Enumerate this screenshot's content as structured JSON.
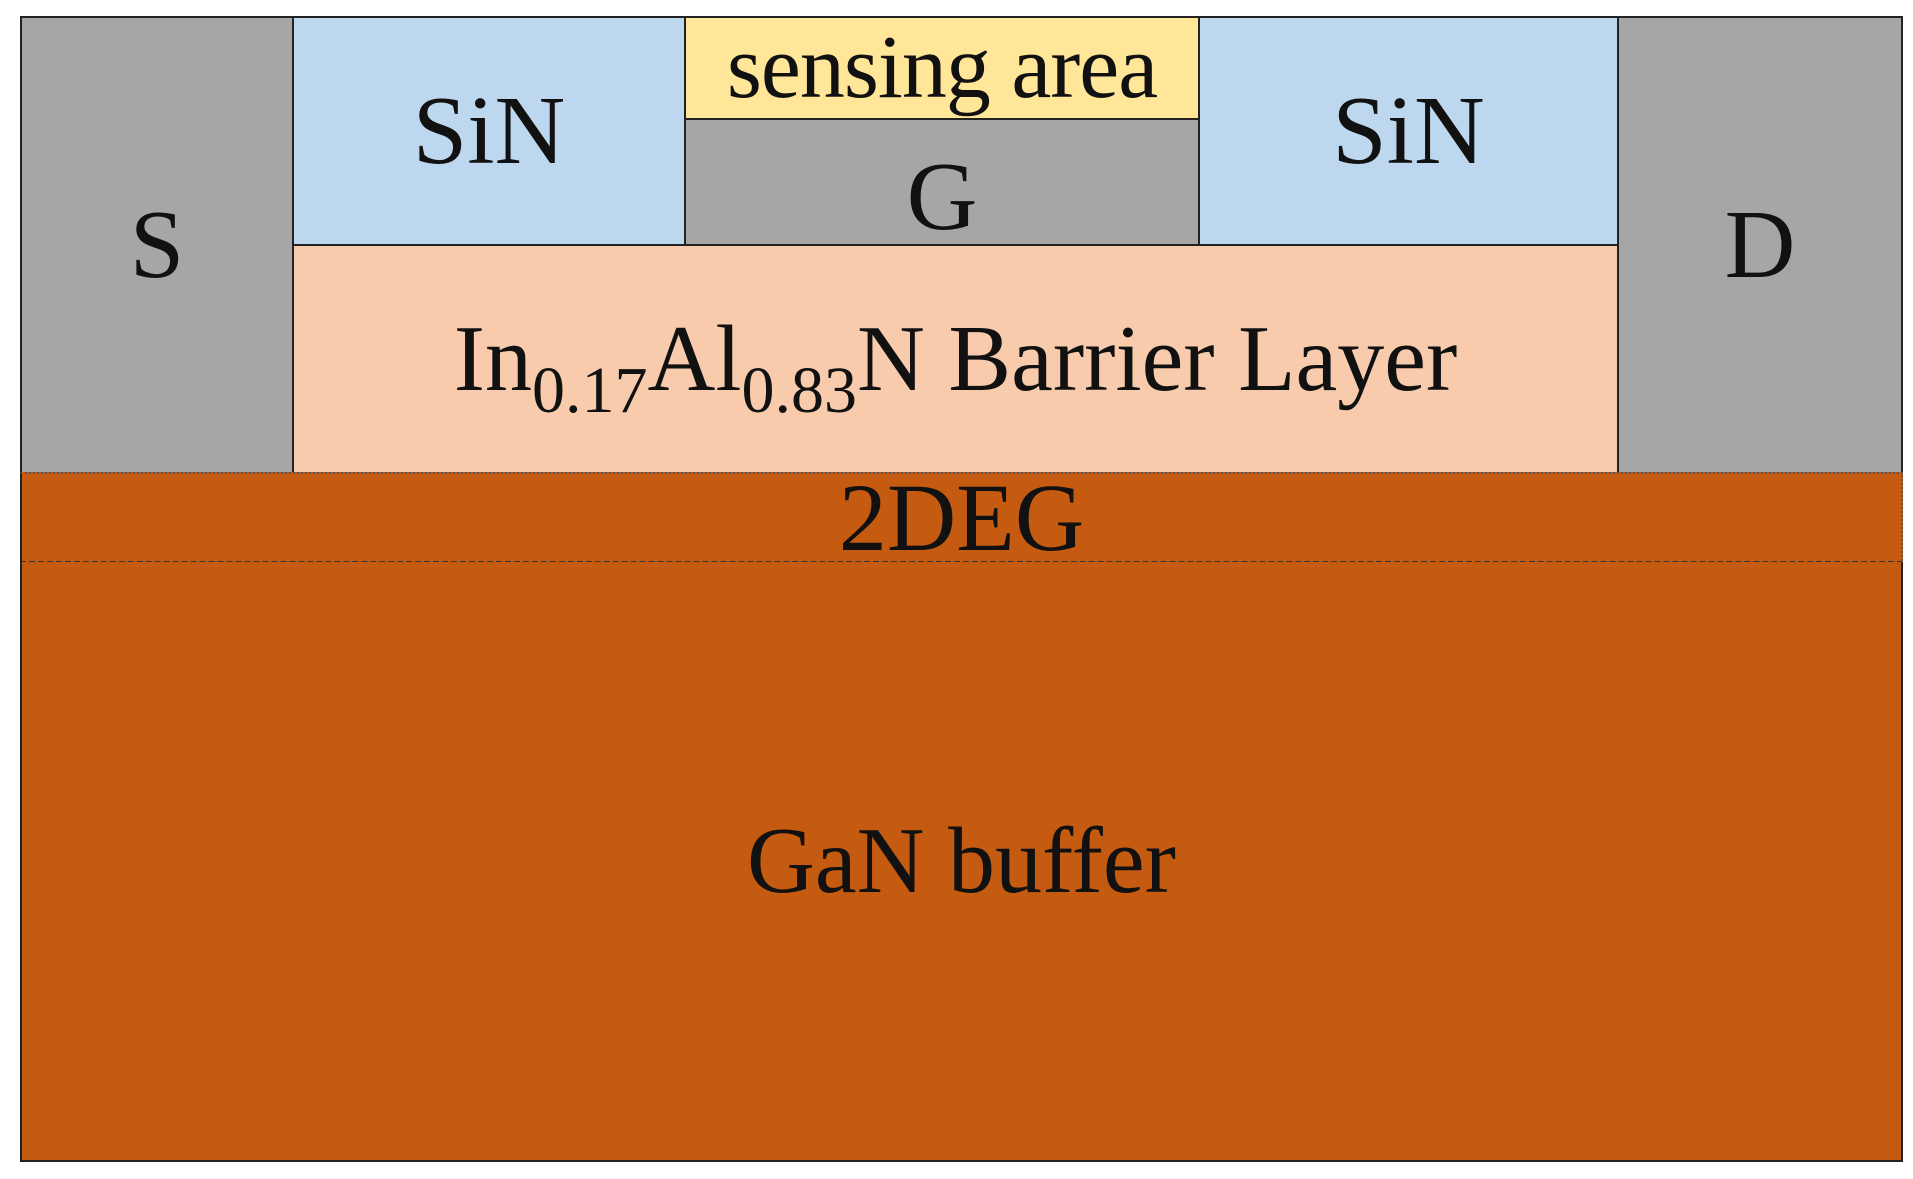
{
  "diagram": {
    "source_label": "S",
    "drain_label": "D",
    "sin_left_label": "SiN",
    "sin_right_label": "SiN",
    "sensing_label": "sensing area",
    "gate_label": "G",
    "barrier": {
      "el1": "In",
      "sub1": "0.17",
      "el2": "Al",
      "sub2": "0.83",
      "rest": "N Barrier Layer"
    },
    "twodeg_label": "2DEG",
    "buffer_label": "GaN buffer"
  },
  "colors": {
    "contact": "#a6a6a6",
    "sin": "#bdd7ee",
    "sensing": "#ffe699",
    "gate": "#a6a6a6",
    "barrier": "#f8cbad",
    "substrate": "#c55a11"
  }
}
